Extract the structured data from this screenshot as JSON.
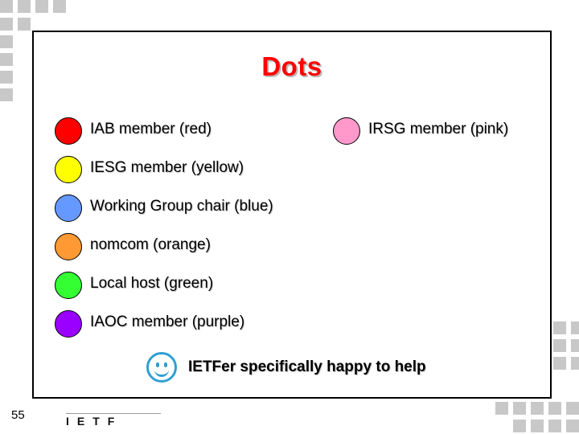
{
  "slide": {
    "title": "Dots",
    "page_number": "55",
    "title_color": "#ff0000",
    "legend": [
      {
        "label": "IAB member (red)",
        "color": "#ff0000",
        "icon": "filled-circle-icon"
      },
      {
        "label": "IRSG member (pink)",
        "color": "#ff99cc",
        "icon": "filled-circle-icon"
      },
      {
        "label": "IESG member (yellow)",
        "color": "#ffff00",
        "icon": "filled-circle-icon"
      },
      {
        "label": "Working Group chair (blue)",
        "color": "#6699ff",
        "icon": "filled-circle-icon"
      },
      {
        "label": "nomcom (orange)",
        "color": "#ff9933",
        "icon": "filled-circle-icon"
      },
      {
        "label": "Local host (green)",
        "color": "#33ff33",
        "icon": "filled-circle-icon"
      },
      {
        "label": "IAOC member (purple)",
        "color": "#9900ff",
        "icon": "filled-circle-icon"
      }
    ],
    "happy": {
      "icon": "smiley-face-icon",
      "icon_color": "#2e9fd4",
      "text": "IETFer specifically happy to help"
    },
    "logo": {
      "letters": "IETF",
      "name": "ietf-logo"
    }
  }
}
